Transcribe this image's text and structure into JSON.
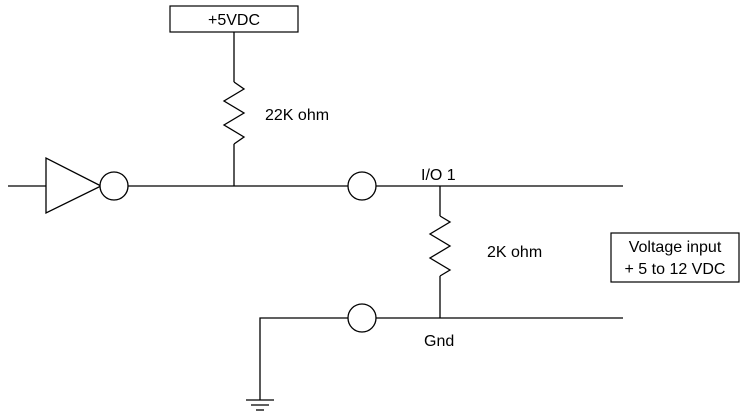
{
  "diagram": {
    "supply_label": "+5VDC",
    "pullup_resistor_label": "22K ohm",
    "io_label": "I/O 1",
    "load_resistor_label": "2K ohm",
    "ground_label": "Gnd",
    "voltage_input_line1": "Voltage input",
    "voltage_input_line2": "+ 5 to 12 VDC"
  }
}
